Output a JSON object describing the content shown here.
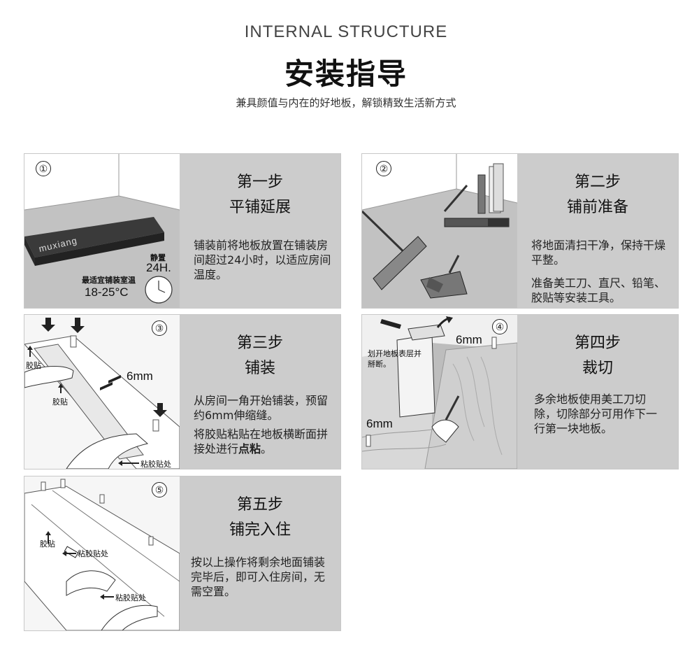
{
  "header": {
    "en_title": "INTERNAL STRUCTURE",
    "cn_title": "安装指导",
    "subtitle": "兼具颜值与内在的好地板，解锁精致生活新方式"
  },
  "steps": [
    {
      "badge": "①",
      "step": "第一步",
      "name": "平铺延展",
      "desc1": "铺装前将地板放置在铺装房间超过24小时，以适应房间温度。",
      "brand": "muxiang",
      "rest_label": "静置",
      "rest_time": "24H.",
      "temp_label": "最适宜铺装室温",
      "temp_value": "18-25°C"
    },
    {
      "badge": "②",
      "step": "第二步",
      "name": "铺前准备",
      "desc1": "将地面清扫干净，保持干燥平整。",
      "desc2": "准备美工刀、直尺、铅笔、胶贴等安装工具。"
    },
    {
      "badge": "③",
      "step": "第三步",
      "name": "铺装",
      "desc1": "从房间一角开始铺装，预留约6mm伸缩缝。",
      "desc2_pre": "将胶贴粘贴在地板横断面拼接处进行",
      "desc2_bold": "点粘",
      "desc2_post": "。",
      "gap": "6mm",
      "tape1": "胶贴",
      "tape2": "胶贴",
      "stick": "粘胶贴处"
    },
    {
      "badge": "④",
      "step": "第四步",
      "name": "裁切",
      "desc1": "多余地板使用美工刀切除，切除部分可用作下一行第一块地板。",
      "gap_top": "6mm",
      "gap_bottom": "6mm",
      "note": "划开地板表层并掰断。"
    },
    {
      "badge": "⑤",
      "step": "第五步",
      "name": "铺完入住",
      "desc1": "按以上操作将剩余地面铺装完毕后，即可入住房间，无需空置。",
      "tape": "胶贴",
      "stick1": "粘胶贴处",
      "stick2": "粘胶贴处"
    }
  ]
}
